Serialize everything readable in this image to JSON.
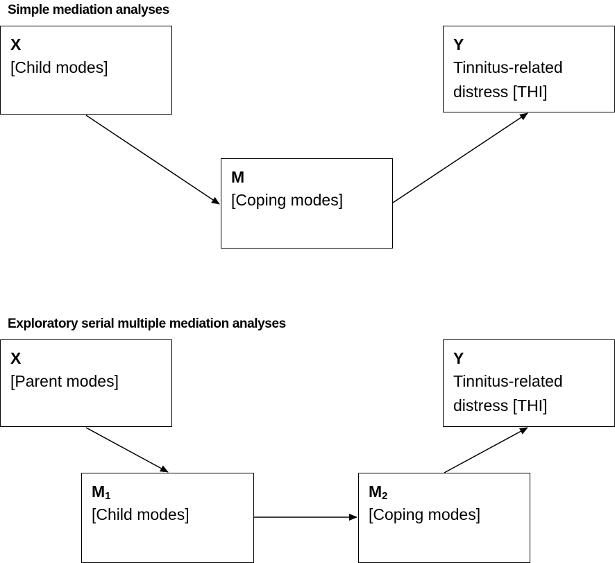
{
  "simple": {
    "title": "Simple mediation analyses",
    "x": {
      "var": "X",
      "desc": "[Child modes]"
    },
    "m": {
      "var": "M",
      "desc": "[Coping modes]"
    },
    "y": {
      "var": "Y",
      "desc": "Tinnitus-related\ndistress [THI]"
    }
  },
  "serial": {
    "title": "Exploratory serial multiple mediation analyses",
    "x": {
      "var": "X",
      "desc": "[Parent modes]"
    },
    "m1": {
      "var": "M",
      "sub": "1",
      "desc": "[Child modes]"
    },
    "m2": {
      "var": "M",
      "sub": "2",
      "desc": "[Coping modes]"
    },
    "y": {
      "var": "Y",
      "desc": "Tinnitus-related\ndistress [THI]"
    }
  }
}
